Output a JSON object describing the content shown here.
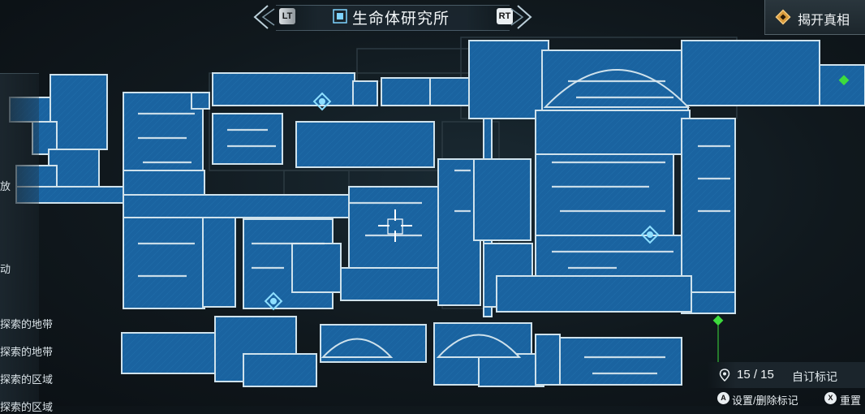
{
  "header": {
    "area_name": "生命体研究所",
    "prev_key": "LT",
    "next_key": "RT",
    "title_icon": "map-area-icon"
  },
  "reveal": {
    "label": "揭开真相",
    "icon": "diamond-icon"
  },
  "legend": {
    "items": [
      "放",
      "动",
      "探索的地带",
      "探索的地带",
      "探索的区域",
      "探索的区域"
    ]
  },
  "markers": {
    "count": "15 / 15",
    "label": "自订标记",
    "icon": "map-pin-icon"
  },
  "controls": {
    "set_remove_key": "A",
    "set_remove_label": "设置/删除标记",
    "reset_key": "X",
    "reset_label": "重置"
  },
  "colors": {
    "room_fill": "#155e9a",
    "room_border": "#c9dde8",
    "save_point": "#7fd4ff",
    "exit_marker": "#3ddc3d",
    "background": "#10181d"
  }
}
